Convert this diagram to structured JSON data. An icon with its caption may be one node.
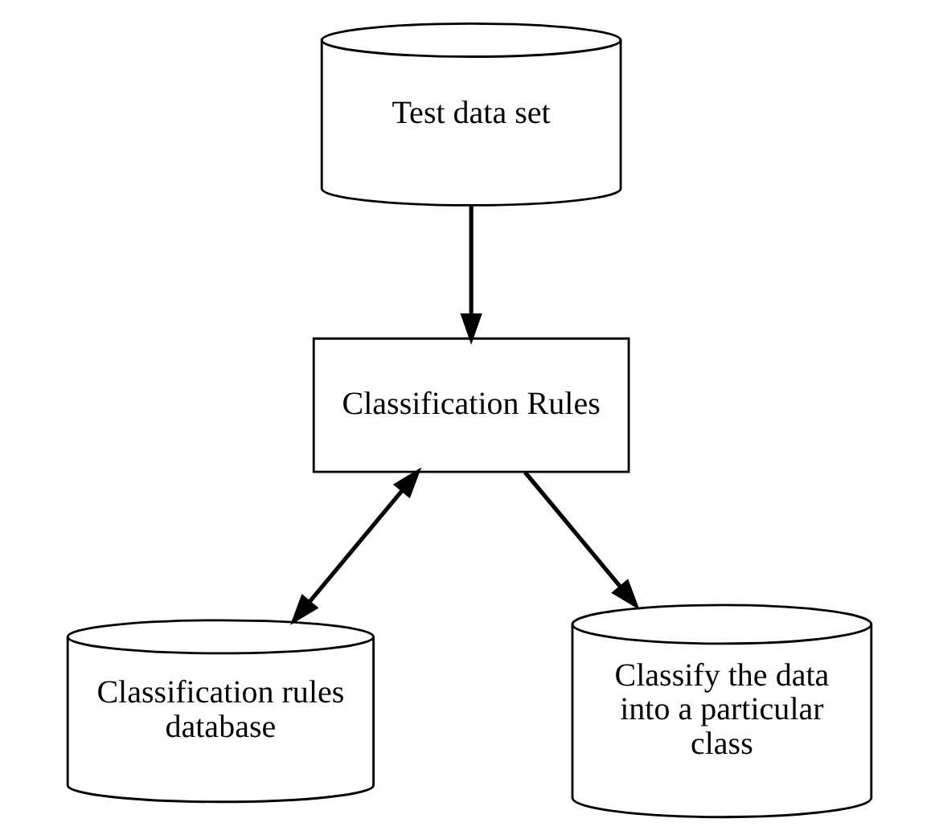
{
  "diagram": {
    "nodes": [
      {
        "text": [
          "Classification rules database"
        ]
      },
      {
        "text": [
          "Classification Rules"
        ]
      },
      {
        "text": [
          "Test data set"
        ]
      },
      {
        "text": [
          "Classify the data into a particular class"
        ]
      }
    ],
    "edges": [
      {
        "from": 1,
        "to": 0,
        "arrow": "both"
      },
      {
        "from": 2,
        "to": 1,
        "arrow": "to"
      },
      {
        "from": 1,
        "to": 3,
        "arrow": "to"
      }
    ]
  }
}
